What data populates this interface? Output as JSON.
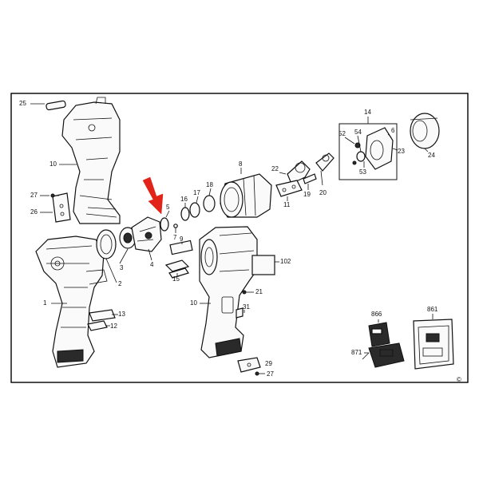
{
  "diagram": {
    "callouts": [
      "25",
      "10",
      "27",
      "26",
      "1",
      "2",
      "3",
      "4",
      "5",
      "7",
      "9",
      "15",
      "16",
      "17",
      "18",
      "8",
      "22",
      "11",
      "19",
      "20",
      "14",
      "52",
      "54",
      "6",
      "23",
      "24",
      "53",
      "10",
      "102",
      "21",
      "31",
      "13",
      "12",
      "29",
      "27",
      "866",
      "861",
      "871"
    ],
    "copyright_mark": "©",
    "pointer_color": "#e2231a"
  }
}
